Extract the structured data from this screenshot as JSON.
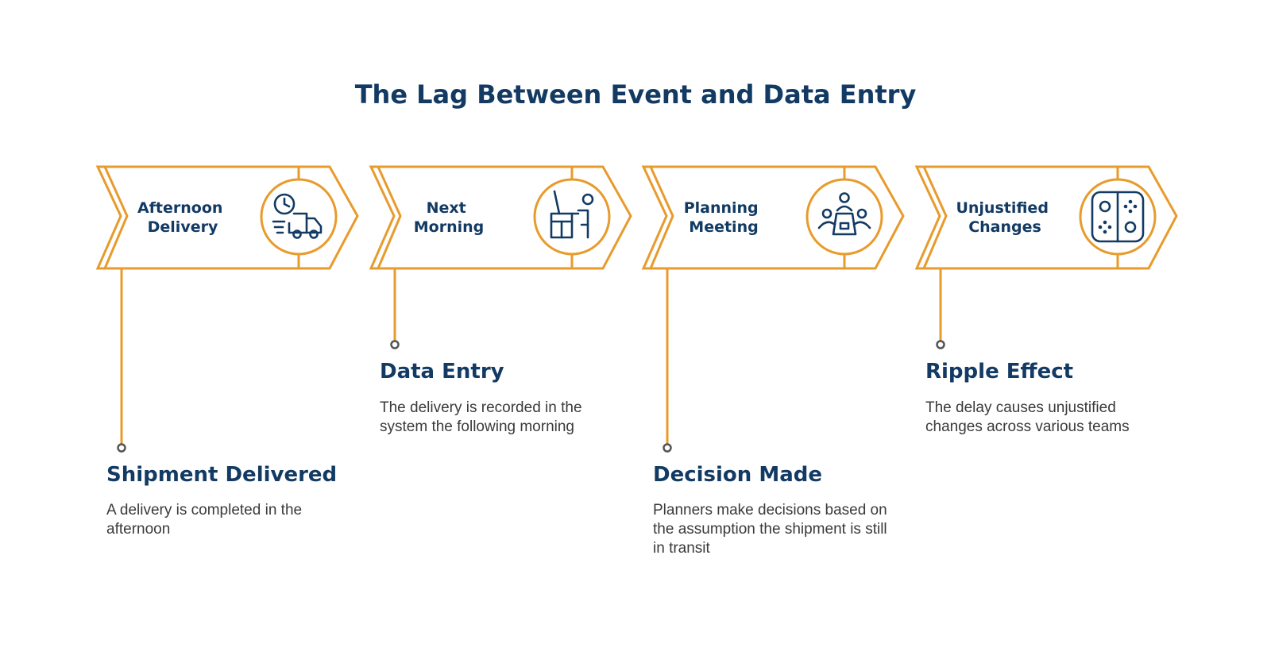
{
  "title": "The Lag Between Event and Data Entry",
  "steps": [
    {
      "label_lines": [
        "Afternoon",
        "Delivery"
      ],
      "icon": "delivery-truck-clock-icon",
      "heading": "Shipment Delivered",
      "description": "A delivery is completed in the afternoon"
    },
    {
      "label_lines": [
        "Next",
        "Morning"
      ],
      "icon": "person-at-desk-icon",
      "heading": "Data Entry",
      "description": "The delivery is recorded in the system the following morning"
    },
    {
      "label_lines": [
        "Planning",
        "Meeting"
      ],
      "icon": "meeting-group-icon",
      "heading": "Decision Made",
      "description": "Planners make decisions based on the assumption the shipment is still in transit"
    },
    {
      "label_lines": [
        "Unjustified",
        "Changes"
      ],
      "icon": "split-panel-controller-icon",
      "heading": "Ripple Effect",
      "description": "The delay causes unjustified changes across various teams"
    }
  ],
  "colors": {
    "accent": "#e89b2c",
    "primary_text": "#123a63",
    "body_text": "#3a3a3a",
    "connector_dot": "#555555",
    "background": "#ffffff"
  }
}
